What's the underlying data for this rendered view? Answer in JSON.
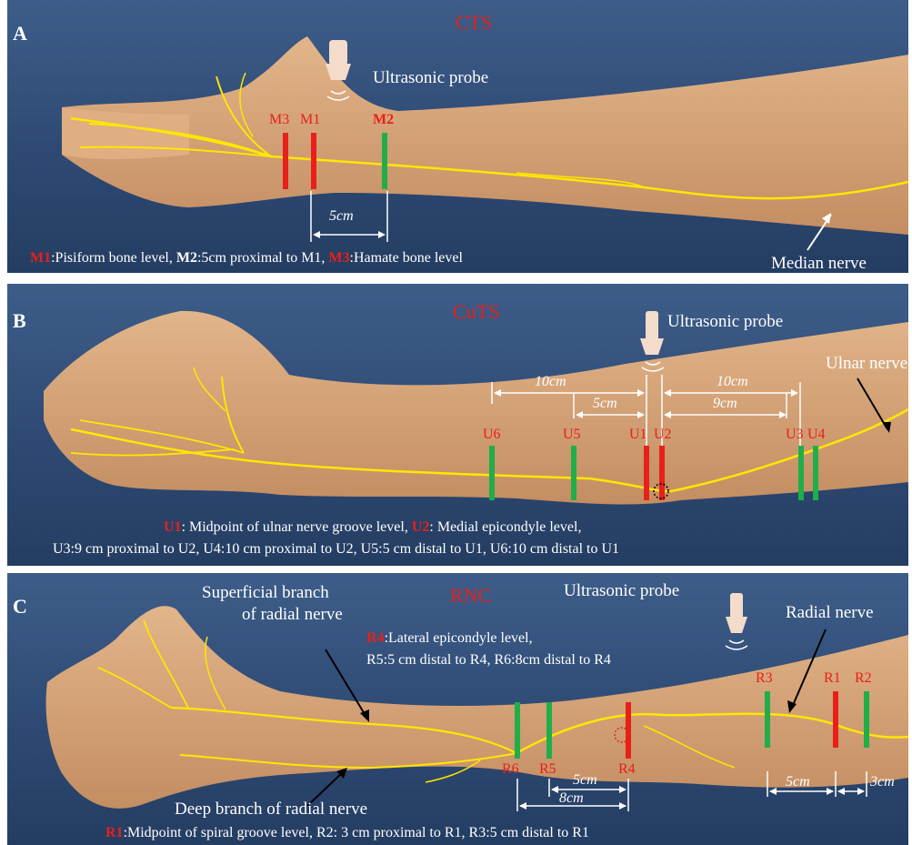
{
  "panelA": {
    "letter": "A",
    "title": "CTS",
    "probe_label": "Ultrasonic probe",
    "markers": [
      "M3",
      "M1",
      "M2"
    ],
    "distance": "5cm",
    "nerve_label": "Median nerve",
    "caption": {
      "k1": "M1",
      "t1": ":Pisiform bone level, ",
      "k2": "M2",
      "t2": ":5cm proximal to M1, ",
      "k3": "M3",
      "t3": ":Hamate bone level"
    }
  },
  "panelB": {
    "letter": "B",
    "title": "CuTS",
    "probe_label": "Ultrasonic probe",
    "nerve_label": "Ulnar nerve",
    "markers": [
      "U6",
      "U5",
      "U1",
      "U2",
      "U3",
      "U4"
    ],
    "distances": [
      "10cm",
      "5cm",
      "10cm",
      "9cm"
    ],
    "caption_line1": {
      "k1": "U1",
      "t1": ": Midpoint of ulnar nerve groove level, ",
      "k2": "U2",
      "t2": ": Medial epicondyle level,"
    },
    "caption_line2": "U3:9 cm proximal to U2, U4:10 cm proximal to U2, U5:5 cm distal to U1, U6:10 cm distal to U1"
  },
  "panelC": {
    "letter": "C",
    "title": "RNC",
    "probe_label": "Ultrasonic probe",
    "superficial_label_1": "Superficial branch",
    "superficial_label_2": "of radial nerve",
    "radial_label": "Radial nerve",
    "deep_label": "Deep branch of radial nerve",
    "r4_line1": {
      "k": "R4",
      "t": ":Lateral epicondyle level,"
    },
    "r4_line2": "R5:5 cm distal to R4, R6:8cm distal to R4",
    "markers": [
      "R3",
      "R1",
      "R2",
      "R6",
      "R5",
      "R4"
    ],
    "distances": [
      "5cm",
      "8cm",
      "5cm",
      "3cm"
    ],
    "caption": {
      "k1": "R1",
      "t1": ":Midpoint of spiral groove level,  R2: 3 cm proximal to R1,  R3:5 cm distal to R1"
    }
  },
  "colors": {
    "background": "#2e4a74",
    "skin": "#d9a77a",
    "nerve": "#ffe600",
    "red_marker": "#e8201a",
    "green_marker": "#1fae4a",
    "text": "#ffffff"
  }
}
